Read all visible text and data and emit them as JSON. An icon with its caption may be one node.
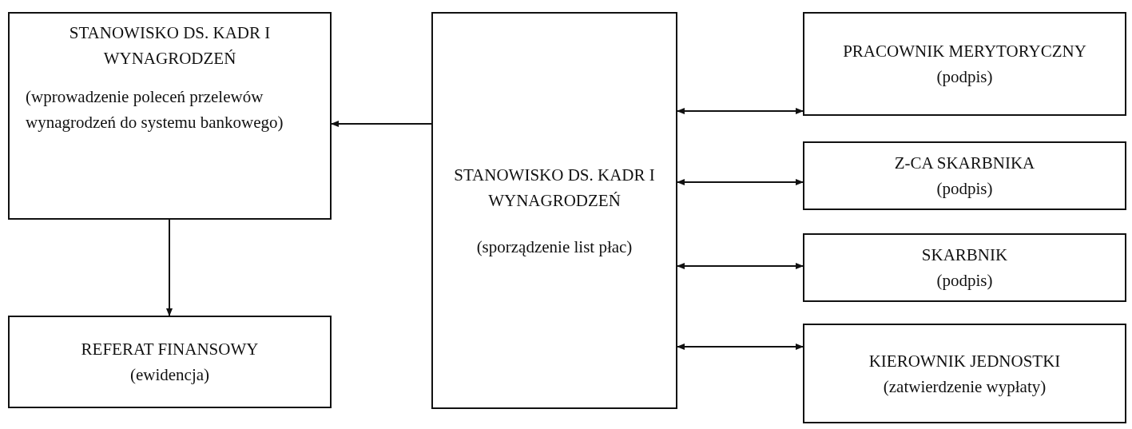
{
  "diagram": {
    "nodes": [
      {
        "text": [
          "STANOWISKO DS. KADR I WYNAGRODZEŃ",
          "(wprowadzenie poleceń przelewów wynagrodzeń do systemu bankowego)"
        ]
      },
      {
        "text": [
          "REFERAT FINANSOWY",
          "(ewidencja)"
        ]
      },
      {
        "text": [
          "STANOWISKO DS. KADR I WYNAGRODZEŃ",
          "(sporządzenie list płac)"
        ]
      },
      {
        "text": [
          "PRACOWNIK MERYTORYCZNY",
          "(podpis)"
        ]
      },
      {
        "text": [
          "Z-CA SKARBNIKA",
          "(podpis)"
        ]
      },
      {
        "text": [
          "SKARBNIK",
          "(podpis)"
        ]
      },
      {
        "text": [
          "KIEROWNIK JEDNOSTKI",
          "(zatwierdzenie wypłaty)"
        ]
      }
    ],
    "edges": [
      {
        "from": 2,
        "to": 0,
        "arrow": "to"
      },
      {
        "from": 0,
        "to": 1,
        "arrow": "to"
      },
      {
        "from": 2,
        "to": 3,
        "arrow": "both"
      },
      {
        "from": 2,
        "to": 4,
        "arrow": "both"
      },
      {
        "from": 2,
        "to": 5,
        "arrow": "both"
      },
      {
        "from": 2,
        "to": 6,
        "arrow": "both"
      }
    ]
  }
}
